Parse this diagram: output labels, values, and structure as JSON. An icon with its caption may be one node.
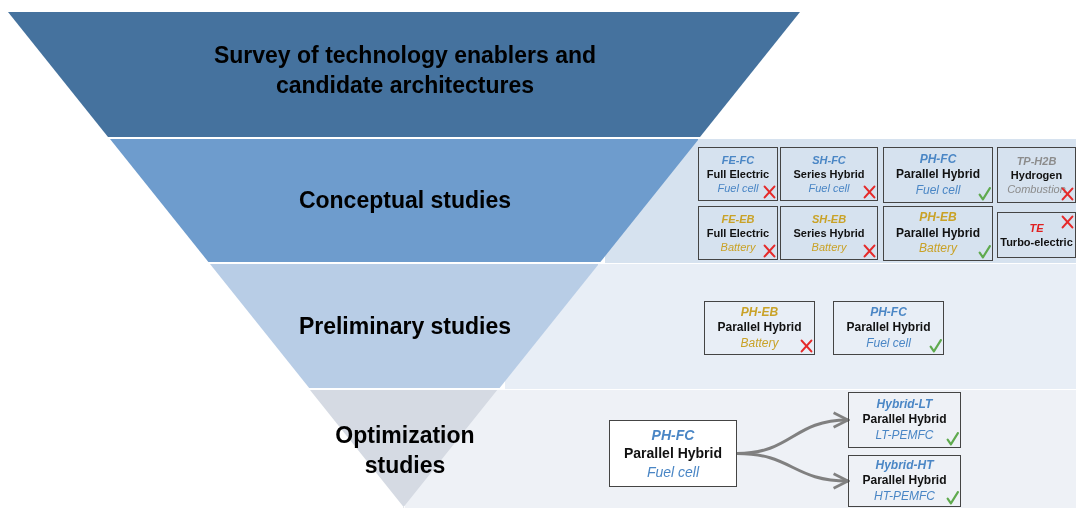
{
  "diagram": {
    "nodes": [
      {
        "text": [
          "Survey of technology enablers and candidate architectures"
        ]
      },
      {
        "text": [
          "Conceptual studies"
        ]
      },
      {
        "text": [
          "FE-FC",
          "Full Electric",
          "Fuel cell"
        ]
      },
      {
        "text": [
          "SH-FC",
          "Series Hybrid",
          "Fuel cell"
        ]
      },
      {
        "text": [
          "PH-FC",
          "Parallel Hybrid",
          "Fuel cell"
        ]
      },
      {
        "text": [
          "TP-H2B",
          "Hydrogen",
          "Combustion"
        ]
      },
      {
        "text": [
          "FE-EB",
          "Full Electric",
          "Battery"
        ]
      },
      {
        "text": [
          "SH-EB",
          "Series Hybrid",
          "Battery"
        ]
      },
      {
        "text": [
          "PH-EB",
          "Parallel Hybrid",
          "Battery"
        ]
      },
      {
        "text": [
          "TE",
          "Turbo-electric"
        ]
      },
      {
        "text": [
          "Preliminary studies"
        ]
      },
      {
        "text": [
          "PH-EB",
          "Parallel Hybrid",
          "Battery"
        ]
      },
      {
        "text": [
          "PH-FC",
          "Parallel Hybrid",
          "Fuel cell"
        ]
      },
      {
        "text": [
          "Optimization studies"
        ]
      },
      {
        "text": [
          "PH-FC",
          "Parallel Hybrid",
          "Fuel cell"
        ]
      },
      {
        "text": [
          "Hybrid-LT",
          "Parallel Hybrid",
          "LT-PEMFC"
        ]
      },
      {
        "text": [
          "Hybrid-HT",
          "Parallel Hybrid",
          "HT-PEMFC"
        ]
      }
    ],
    "edges": [
      {
        "from": 14,
        "to": 15,
        "arrow": "to"
      },
      {
        "from": 14,
        "to": 16,
        "arrow": "to"
      }
    ]
  }
}
